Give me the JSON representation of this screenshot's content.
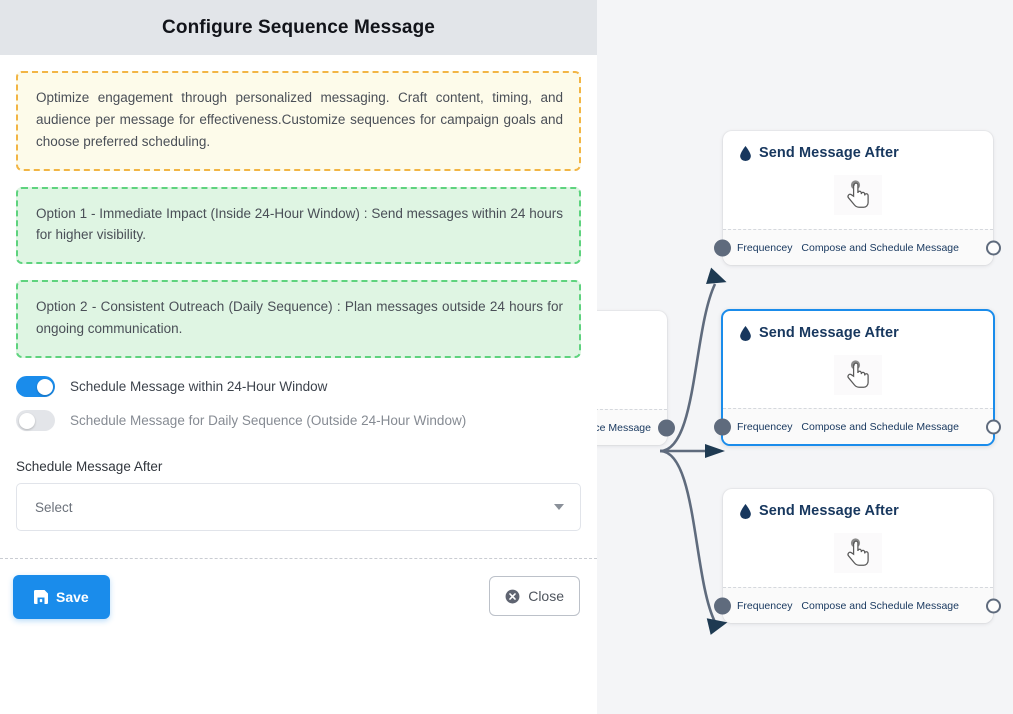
{
  "panel": {
    "title": "Configure Sequence Message",
    "info_note": "Optimize engagement through personalized messaging. Craft content, timing, and audience per message for effectiveness.Customize sequences for campaign goals and choose preferred scheduling.",
    "options": [
      "Option 1 - Immediate Impact (Inside 24-Hour Window) : Send messages within 24 hours for higher visibility.",
      "Option 2 - Consistent Outreach (Daily Sequence) : Plan messages outside 24 hours for ongoing communication."
    ],
    "toggles": [
      {
        "label": "Schedule Message within 24-Hour Window",
        "state": "on"
      },
      {
        "label": "Schedule Message for Daily Sequence (Outside 24-Hour Window)",
        "state": "off"
      }
    ],
    "field": {
      "label": "Schedule Message After",
      "value": "Select",
      "caret_icon": "chevron-down-icon"
    },
    "footer": {
      "save_label": "Save",
      "save_icon": "save-disk-icon",
      "close_label": "Close",
      "close_icon": "circle-x-icon"
    }
  },
  "canvas": {
    "partial_node": {
      "foot_right": "ce Message"
    },
    "nodes": [
      {
        "title": "Send Message After",
        "title_icon": "droplet-icon",
        "body_icon": "hand-pointer-icon",
        "foot_left": "Frequencey",
        "foot_right": "Compose and Schedule Message",
        "selected": false
      },
      {
        "title": "Send Message After",
        "title_icon": "droplet-icon",
        "body_icon": "hand-pointer-icon",
        "foot_left": "Frequencey",
        "foot_right": "Compose and Schedule Message",
        "selected": true
      },
      {
        "title": "Send Message After",
        "title_icon": "droplet-icon",
        "body_icon": "hand-pointer-icon",
        "foot_left": "Frequencey",
        "foot_right": "Compose and Schedule Message",
        "selected": false
      }
    ]
  },
  "colors": {
    "accent": "#1a8ceb",
    "node_title": "#17375e",
    "canvas_bg": "#f4f5f7",
    "header_bg": "#e2e5e9",
    "note_border": "#f2b544",
    "note_bg": "#fdfbea",
    "option_border": "#5ed37e",
    "option_bg": "#dff5e3",
    "port": "#5f6b7d"
  }
}
